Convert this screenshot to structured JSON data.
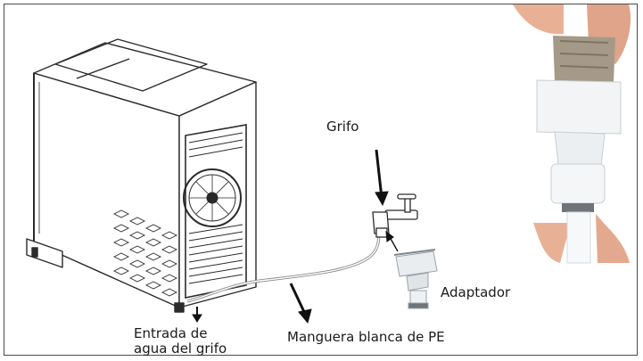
{
  "labels": {
    "tap": "Grifo",
    "adapter": "Adaptador",
    "hose": "Manguera blanca de PE",
    "inlet_line1": "Entrada de",
    "inlet_line2": "agua del grifo"
  },
  "colors": {
    "frame": "#4a4a4a",
    "machine_line": "#2b2b2b",
    "hose": "#8a8a8a",
    "arrow": "#111111",
    "adapter_body": "#e9edf0",
    "photo_background": "#ffffff",
    "skin": "#e8b196",
    "metal": "#a59a88"
  }
}
